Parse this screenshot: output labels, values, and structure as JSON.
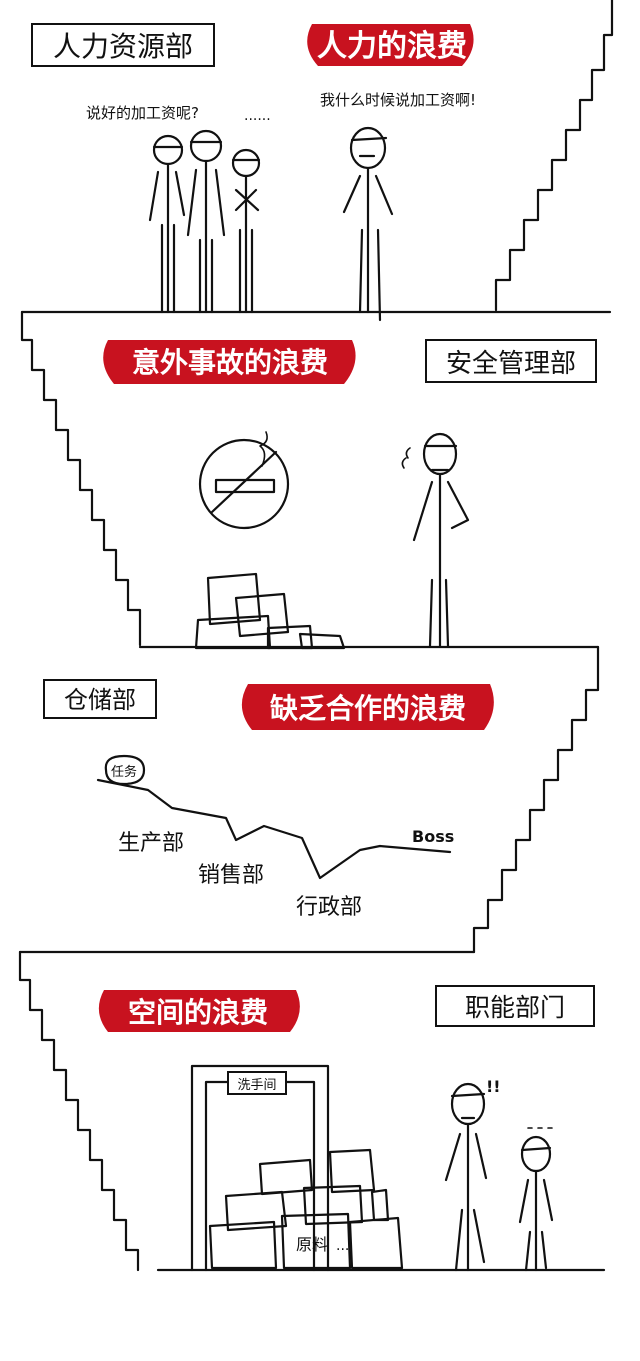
{
  "panel1": {
    "dept_label": "人力资源部",
    "waste_title": "人力的浪费",
    "speech_left": "说好的加工资呢?",
    "speech_dots": "......",
    "speech_right": "我什么时候说加工资啊!"
  },
  "panel2": {
    "waste_title": "意外事故的浪费",
    "dept_label": "安全管理部"
  },
  "panel3": {
    "dept_label": "仓储部",
    "waste_title": "缺乏合作的浪费",
    "task_tag": "任务",
    "dept_production": "生产部",
    "dept_sales": "销售部",
    "dept_admin": "行政部",
    "boss": "Boss"
  },
  "panel4": {
    "waste_title": "空间的浪费",
    "dept_label": "职能部门",
    "toilet_sign": "洗手间",
    "material_label": "原料",
    "material_dots": "...",
    "exclaim": "!!"
  },
  "colors": {
    "brush_red": "#c8121f",
    "ink": "#111111",
    "paper": "#ffffff"
  }
}
